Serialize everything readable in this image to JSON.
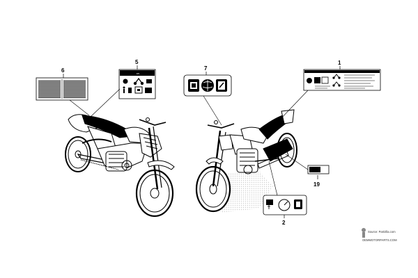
{
  "diagram": {
    "callouts": {
      "part_1": "1",
      "part_2": "2",
      "part_5": "5",
      "part_6": "6",
      "part_7": "7",
      "part_19": "19"
    },
    "label_5_header": "EN",
    "source_credit": "Source: Partzilla.com",
    "source_site": "OEMMOTORPARTS.COM"
  },
  "colors": {
    "ink": "#000000",
    "paper": "#ffffff",
    "watermark": "#d8d8d8"
  },
  "icons": [
    "book-icon",
    "globe-icon",
    "wrench-icon",
    "motorcycle-icon",
    "helmet-icon",
    "fuel-icon"
  ]
}
